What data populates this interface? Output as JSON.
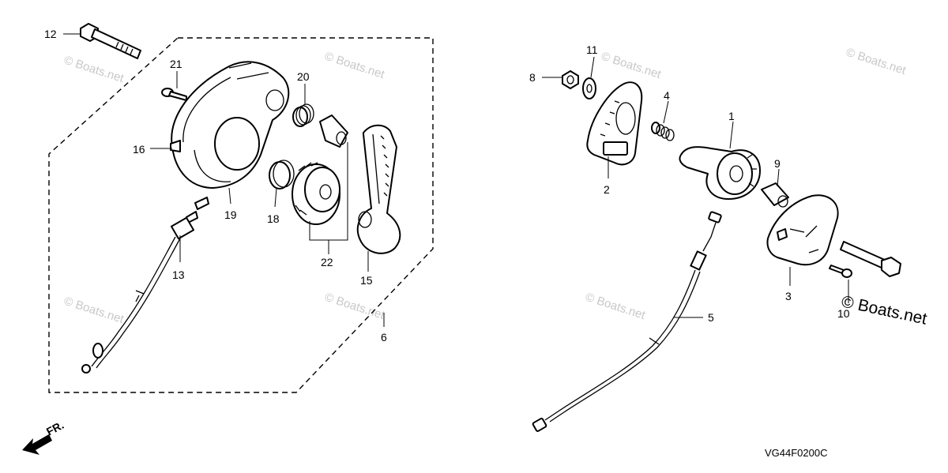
{
  "callouts": {
    "c1": "1",
    "c2": "2",
    "c3": "3",
    "c4": "4",
    "c5": "5",
    "c6": "6",
    "c8": "8",
    "c9": "9",
    "c10": "10",
    "c11": "11",
    "c12": "12",
    "c13": "13",
    "c15": "15",
    "c16": "16",
    "c18": "18",
    "c19": "19",
    "c20": "20",
    "c21": "21",
    "c22": "22"
  },
  "watermark": {
    "text": "© Boats.net",
    "corner_text": "© Boats.net"
  },
  "diagram_code": "VG44F0200C",
  "direction_label": "FR."
}
